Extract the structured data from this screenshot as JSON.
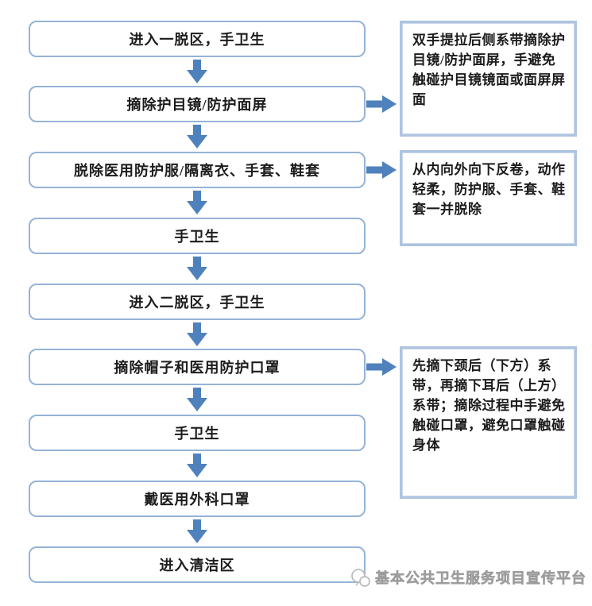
{
  "colors": {
    "step_box_border": "#95b3d7",
    "note_box_border": "#aec4e0",
    "arrow": "#4f81bd",
    "text": "#1c1c1c",
    "watermark_text": "#b4b4b4"
  },
  "icons": {
    "down_arrow": "thick-down-arrow",
    "right_arrow": "thick-right-arrow",
    "watermark_logo": "speech-bubbles-logo"
  },
  "steps": [
    {
      "label": "进入一脱区，手卫生"
    },
    {
      "label": "摘除护目镜/防护面屏"
    },
    {
      "label": "脱除医用防护服/隔离衣、手套、鞋套"
    },
    {
      "label": "手卫生"
    },
    {
      "label": "进入二脱区，手卫生"
    },
    {
      "label": "摘除帽子和医用防护口罩"
    },
    {
      "label": "手卫生"
    },
    {
      "label": "戴医用外科口罩"
    },
    {
      "label": "进入清洁区"
    }
  ],
  "notes": [
    {
      "text": "双手提拉后侧系带摘除护目镜/防护面屏，手避免触碰护目镜镜面或面屏屏面"
    },
    {
      "text": "从内向外向下反卷，动作轻柔，防护服、手套、鞋套一并脱除"
    },
    {
      "text": "先摘下颈后（下方）系带，再摘下耳后（上方）系带；摘除过程中手避免触碰口罩，避免口罩触碰身体"
    }
  ],
  "watermark": {
    "text": "基本公共卫生服务项目宣传平台"
  }
}
